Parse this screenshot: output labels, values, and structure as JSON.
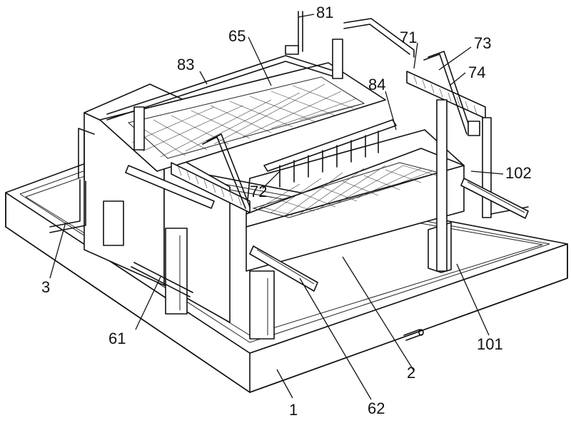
{
  "figure": {
    "labels": {
      "l1": "1",
      "l2": "2",
      "l3": "3",
      "l61": "61",
      "l62": "62",
      "l65": "65",
      "l71": "71",
      "l72": "72",
      "l73": "73",
      "l74": "74",
      "l81": "81",
      "l83": "83",
      "l84": "84",
      "l101": "101",
      "l102": "102"
    }
  }
}
